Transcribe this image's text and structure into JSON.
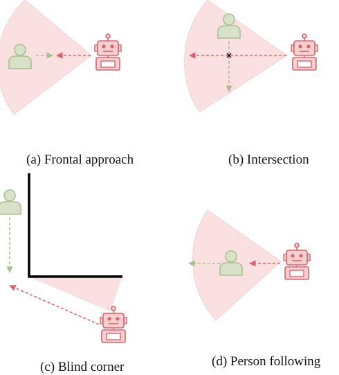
{
  "panels": {
    "a": {
      "caption": "(a) Frontal approach"
    },
    "b": {
      "caption": "(b) Intersection"
    },
    "c": {
      "caption": "(c) Blind corner"
    },
    "d": {
      "caption": "(d) Person following"
    }
  },
  "colors": {
    "robot": "#d9656b",
    "robot_fill": "#f6cfd0",
    "person": "#a9c08f",
    "person_fill": "#d7e2c8",
    "cone_fill": "#fbe0e1",
    "cone_edge": "#efb5b8",
    "wall": "#000000"
  }
}
